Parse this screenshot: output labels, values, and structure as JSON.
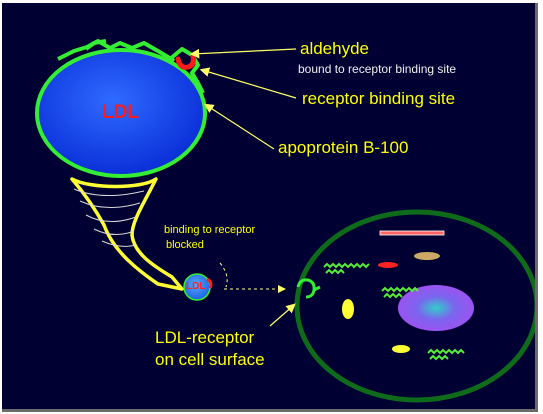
{
  "labels": {
    "aldehyde": "aldehyde",
    "aldehyde_detail": "bound to receptor binding site",
    "receptor_binding_site": "receptor binding site",
    "apoprotein": "apoprotein B-100",
    "ldl_particle": "LDL",
    "ldl_small": "LDL",
    "binding_blocked_line1": "binding to receptor",
    "binding_blocked_line2": "blocked",
    "ldl_receptor_line1": "LDL-receptor",
    "ldl_receptor_line2": "on cell surface"
  },
  "colors": {
    "slide_background": "#000033",
    "text_yellow": "#ffff00",
    "ldl_blue": "#1f4fff",
    "apoprotein_green": "#33ee33",
    "aldehyde_red": "#ff1a1a",
    "cell_membrane": "#0d6b1a",
    "nucleus_purple": "#a050f0",
    "arrow_yellow": "#ffff66"
  },
  "icons": [
    "ldl-particle",
    "apoprotein-band",
    "aldehyde-adduct",
    "funnel-arrow",
    "small-ldl-particle",
    "cell",
    "nucleus",
    "ldl-receptor",
    "organelles"
  ]
}
